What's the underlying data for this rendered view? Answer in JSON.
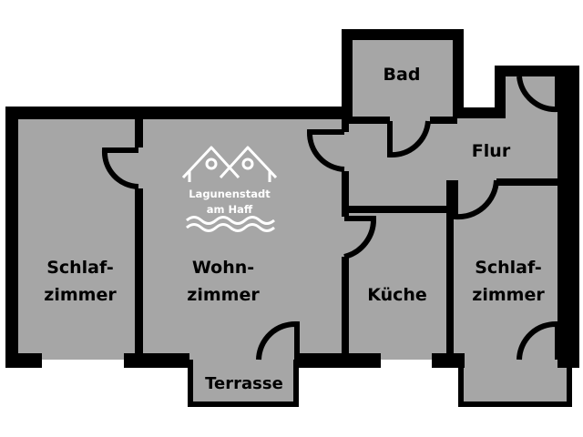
{
  "colors": {
    "floor": "#a6a6a6",
    "wall": "#000000",
    "logo": "#ffffff"
  },
  "rooms": {
    "bad": "Bad",
    "flur": "Flur",
    "schlafzimmer_left": [
      "Schlaf-",
      "zimmer"
    ],
    "wohnzimmer": [
      "Wohn-",
      "zimmer"
    ],
    "kueche": "Küche",
    "schlafzimmer_right": [
      "Schlaf-",
      "zimmer"
    ],
    "terrasse": "Terrasse"
  },
  "logo": {
    "line1": "Lagunenstadt",
    "line2": "am Haff",
    "icon": "two-houses-waves-logo"
  }
}
